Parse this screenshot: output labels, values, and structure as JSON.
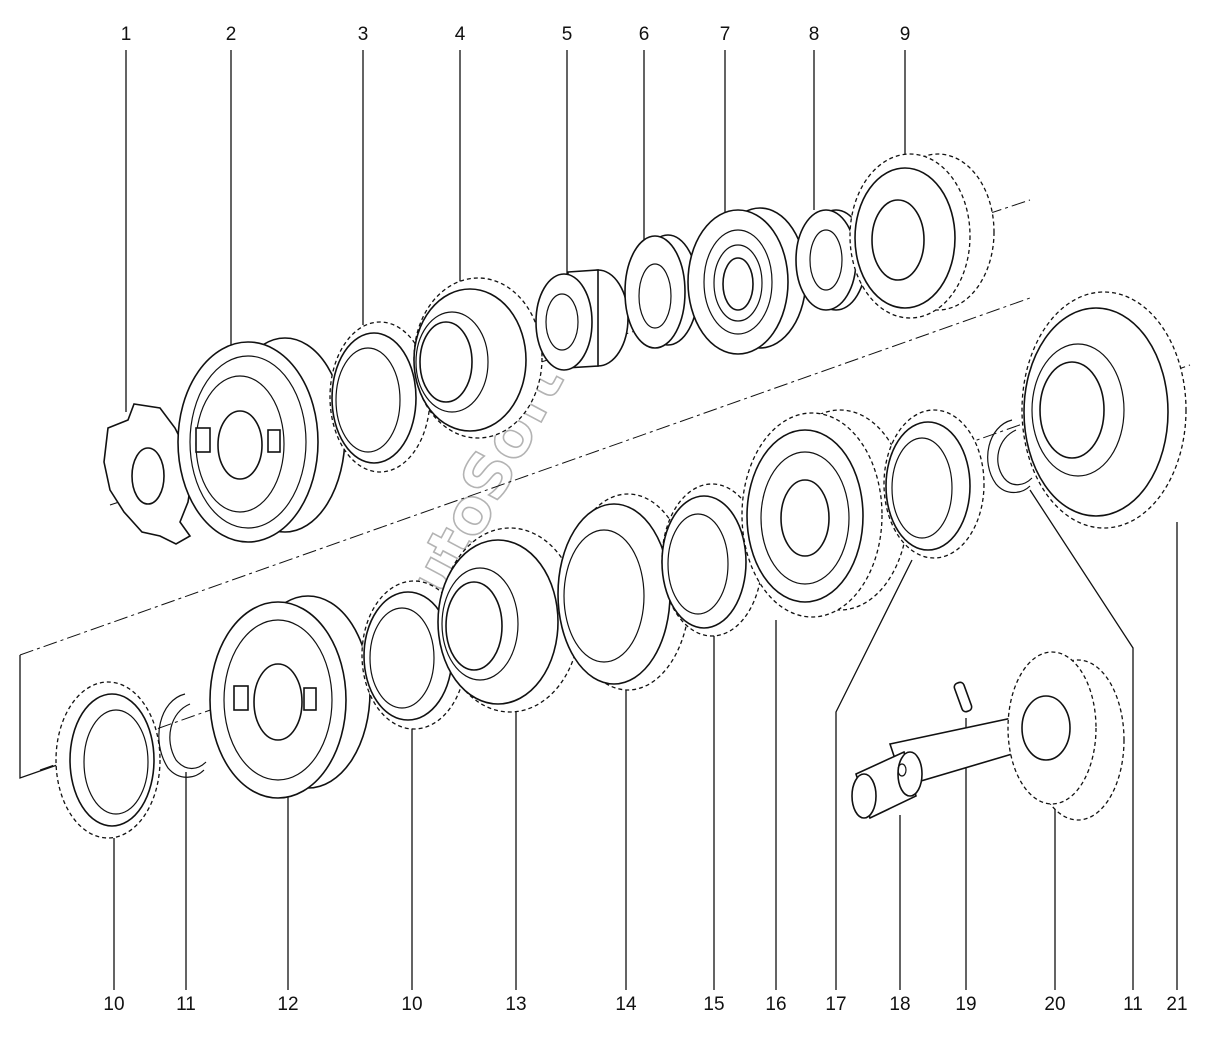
{
  "callouts_top": [
    "1",
    "2",
    "3",
    "4",
    "5",
    "6",
    "7",
    "8",
    "9"
  ],
  "callouts_bottom": [
    "10",
    "11",
    "12",
    "10",
    "13",
    "14",
    "15",
    "16",
    "17",
    "18",
    "19",
    "20",
    "11",
    "21"
  ],
  "watermark": "AutoSoft"
}
